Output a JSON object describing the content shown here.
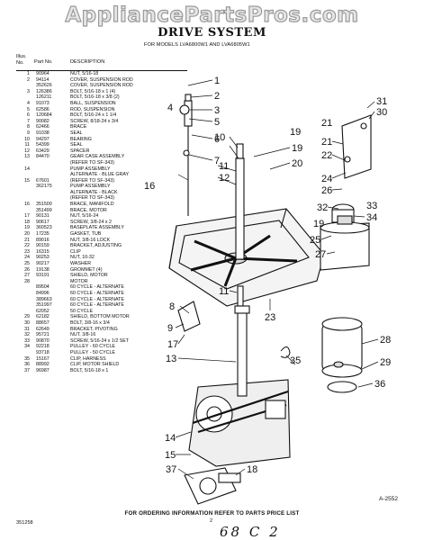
{
  "watermark": "AppliancePartsPros.com",
  "title": "DRIVE SYSTEM",
  "models": "FOR MODELS LVA6800W1 AND LVA6805W1",
  "table": {
    "header": {
      "col1": "Illus. No.",
      "col2": "Part No.",
      "col3": "DESCRIPTION"
    },
    "rows": [
      {
        "key": "1",
        "part": "90964",
        "desc": "NUT, 5/16-18"
      },
      {
        "key": "2",
        "part": "94114",
        "desc": "COVER, SUSPENSION ROD"
      },
      {
        "key": "",
        "part": "352626",
        "desc": "COVER, SUSPENSION ROD"
      },
      {
        "key": "3",
        "part": "126386",
        "desc": "BOLT, 5/16-18 x 1 (4)"
      },
      {
        "key": "",
        "part": "126211",
        "desc": "BOLT, 5/16-18 x 3/8 (2)"
      },
      {
        "key": "4",
        "part": "91073",
        "desc": "BALL, SUSPENSION"
      },
      {
        "key": "5",
        "part": "62586",
        "desc": "ROD, SUSPENSION"
      },
      {
        "key": "6",
        "part": "120684",
        "desc": "BOLT, 5/16-24 x 1 1/4"
      },
      {
        "key": "7",
        "part": "90082",
        "desc": "SCREW, 8/18-24 x 3/4"
      },
      {
        "key": "8",
        "part": "62466",
        "desc": "BRACE"
      },
      {
        "key": "9",
        "part": "91038",
        "desc": "SEAL"
      },
      {
        "key": "10",
        "part": "94297",
        "desc": "BEARING"
      },
      {
        "key": "11",
        "part": "54399",
        "desc": "SEAL"
      },
      {
        "key": "12",
        "part": "63429",
        "desc": "SPACER"
      },
      {
        "key": "13",
        "part": "84470",
        "desc": "GEAR CASE ASSEMBLY"
      },
      {
        "key": "",
        "part": "",
        "desc": "(REFER TO SF-343)"
      },
      {
        "key": "14",
        "part": "",
        "desc": "PUMP ASSEMBLY"
      },
      {
        "key": "",
        "part": "",
        "desc": "ALTERNATE - BLUE GRAY"
      },
      {
        "key": "15",
        "part": "67601",
        "desc": "(REFER TO SF-343)"
      },
      {
        "key": "",
        "part": "362175",
        "desc": "PUMP ASSEMBLY"
      },
      {
        "key": "",
        "part": "",
        "desc": "ALTERNATE - BLACK"
      },
      {
        "key": "",
        "part": "",
        "desc": "(REFER TO SF-343)"
      },
      {
        "key": "16",
        "part": "351500",
        "desc": "BRACE, MANIFOLD"
      },
      {
        "key": "",
        "part": "351499",
        "desc": "BRACE, MOTOR"
      },
      {
        "key": "17",
        "part": "90131",
        "desc": "NUT, 5/16-24"
      },
      {
        "key": "18",
        "part": "90617",
        "desc": "SCREW, 3/8-24 x 2"
      },
      {
        "key": "19",
        "part": "360523",
        "desc": "BASEPLATE ASSEMBLY"
      },
      {
        "key": "20",
        "part": "17235",
        "desc": "GASKET, TUB"
      },
      {
        "key": "21",
        "part": "89016",
        "desc": "NUT, 3/8-16 LOCK"
      },
      {
        "key": "22",
        "part": "90159",
        "desc": "BRACKET, ADJUSTING"
      },
      {
        "key": "23",
        "part": "16315",
        "desc": "CLIP"
      },
      {
        "key": "24",
        "part": "90253",
        "desc": "NUT, 10-32"
      },
      {
        "key": "25",
        "part": "90217",
        "desc": "WASHER"
      },
      {
        "key": "26",
        "part": "19138",
        "desc": "GROMMET (4)"
      },
      {
        "key": "27",
        "part": "93191",
        "desc": "SHIELD, MOTOR"
      },
      {
        "key": "28",
        "part": "",
        "desc": "MOTOR"
      },
      {
        "key": "",
        "part": "89504",
        "desc": "60 CYCLE - ALTERNATE"
      },
      {
        "key": "",
        "part": "84996",
        "desc": "60 CYCLE - ALTERNATE"
      },
      {
        "key": "",
        "part": "389663",
        "desc": "60 CYCLE - ALTERNATE"
      },
      {
        "key": "",
        "part": "351997",
        "desc": "60 CYCLE - ALTERNATE"
      },
      {
        "key": "",
        "part": "62052",
        "desc": "50 CYCLE"
      },
      {
        "key": "29",
        "part": "62182",
        "desc": "SHIELD, BOTTOM MOTOR"
      },
      {
        "key": "30",
        "part": "88657",
        "desc": "BOLT, 3/8-16 x 3/4"
      },
      {
        "key": "31",
        "part": "62649",
        "desc": "BRACKET, PIVOTING"
      },
      {
        "key": "32",
        "part": "95721",
        "desc": "NUT, 3/8-16"
      },
      {
        "key": "33",
        "part": "90870",
        "desc": "SCREW, 5/16-24 x 1/2 SET"
      },
      {
        "key": "34",
        "part": "92218",
        "desc": "PULLEY - 60 CYCLE"
      },
      {
        "key": "",
        "part": "93718",
        "desc": "PULLEY - 50 CYCLE"
      },
      {
        "key": "35",
        "part": "15167",
        "desc": "CLIP, HARNESS"
      },
      {
        "key": "36",
        "part": "88992",
        "desc": "CLIP, MOTOR SHIELD"
      },
      {
        "key": "37",
        "part": "96987",
        "desc": "BOLT, 5/16-18 x 1"
      }
    ]
  },
  "callouts": [
    "1",
    "2",
    "3",
    "4",
    "5",
    "6",
    "7",
    "8",
    "9",
    "10",
    "11",
    "12",
    "13",
    "14",
    "15",
    "16",
    "17",
    "18",
    "19",
    "20",
    "21",
    "22",
    "23",
    "24",
    "25",
    "26",
    "27",
    "28",
    "29",
    "30",
    "31",
    "32",
    "33",
    "34",
    "35",
    "36",
    "37",
    "11",
    "19",
    "21",
    "19"
  ],
  "figure_id": "A-2552",
  "footer": "FOR ORDERING INFORMATION REFER TO PARTS PRICE LIST",
  "doc_number": "351258",
  "page_number": "2",
  "handwritten": "68 C 2",
  "colors": {
    "ink": "#111111",
    "watermark": "#9a9a9a"
  }
}
